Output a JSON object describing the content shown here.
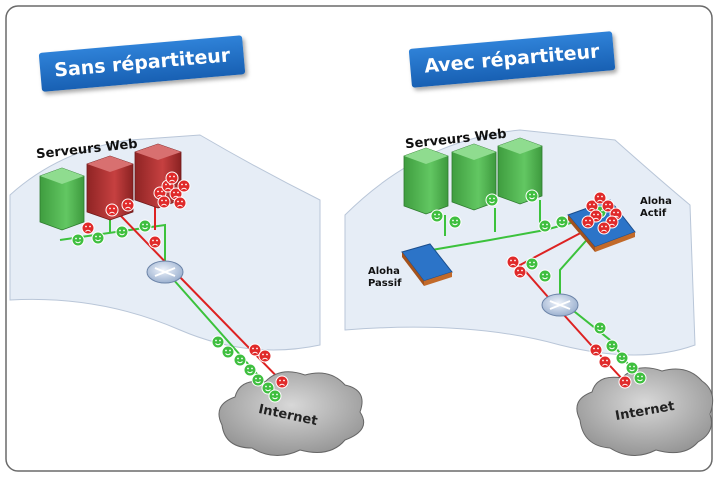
{
  "left_panel": {
    "banner": "Sans répartiteur",
    "servers_label": "Serveurs Web",
    "cloud_label": "Internet"
  },
  "right_panel": {
    "banner": "Avec répartiteur",
    "servers_label": "Serveurs Web",
    "cloud_label": "Internet",
    "active_lb_label_1": "Aloha",
    "active_lb_label_2": "Actif",
    "passive_lb_label_1": "Aloha",
    "passive_lb_label_2": "Passif"
  },
  "colors": {
    "ok_user": "#3fbf3f",
    "overloaded_user": "#e02a2a",
    "green_link": "#3cc23c",
    "red_link": "#dd2222",
    "active_server": "#4fb04f",
    "overloaded_server": "#b83232",
    "banner": "#1f6fc8"
  }
}
